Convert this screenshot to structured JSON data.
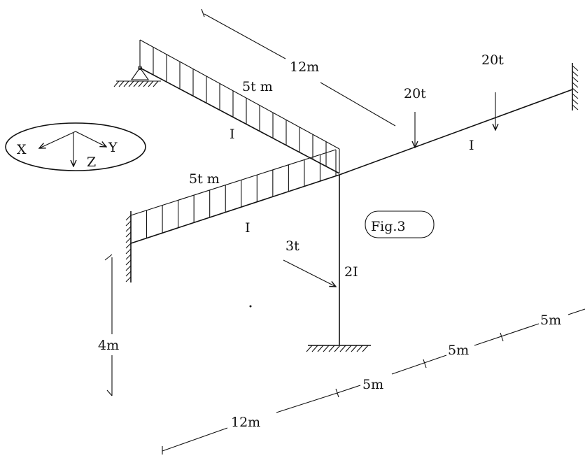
{
  "figure_label": "Fig.3",
  "axes": {
    "x": "X",
    "y": "Y",
    "z": "Z"
  },
  "loads": {
    "udl_back": "5t m",
    "udl_front": "5t m",
    "point_1": "20t",
    "point_2": "20t",
    "lateral": "3t"
  },
  "members": {
    "back_beam": "I",
    "front_beam": "I",
    "right_beam": "I",
    "column": "2I"
  },
  "dimensions": {
    "top_span": "12m",
    "height": "4m",
    "bottom_span": "12m",
    "seg_1": "5m",
    "seg_2": "5m",
    "seg_3": "5m"
  }
}
